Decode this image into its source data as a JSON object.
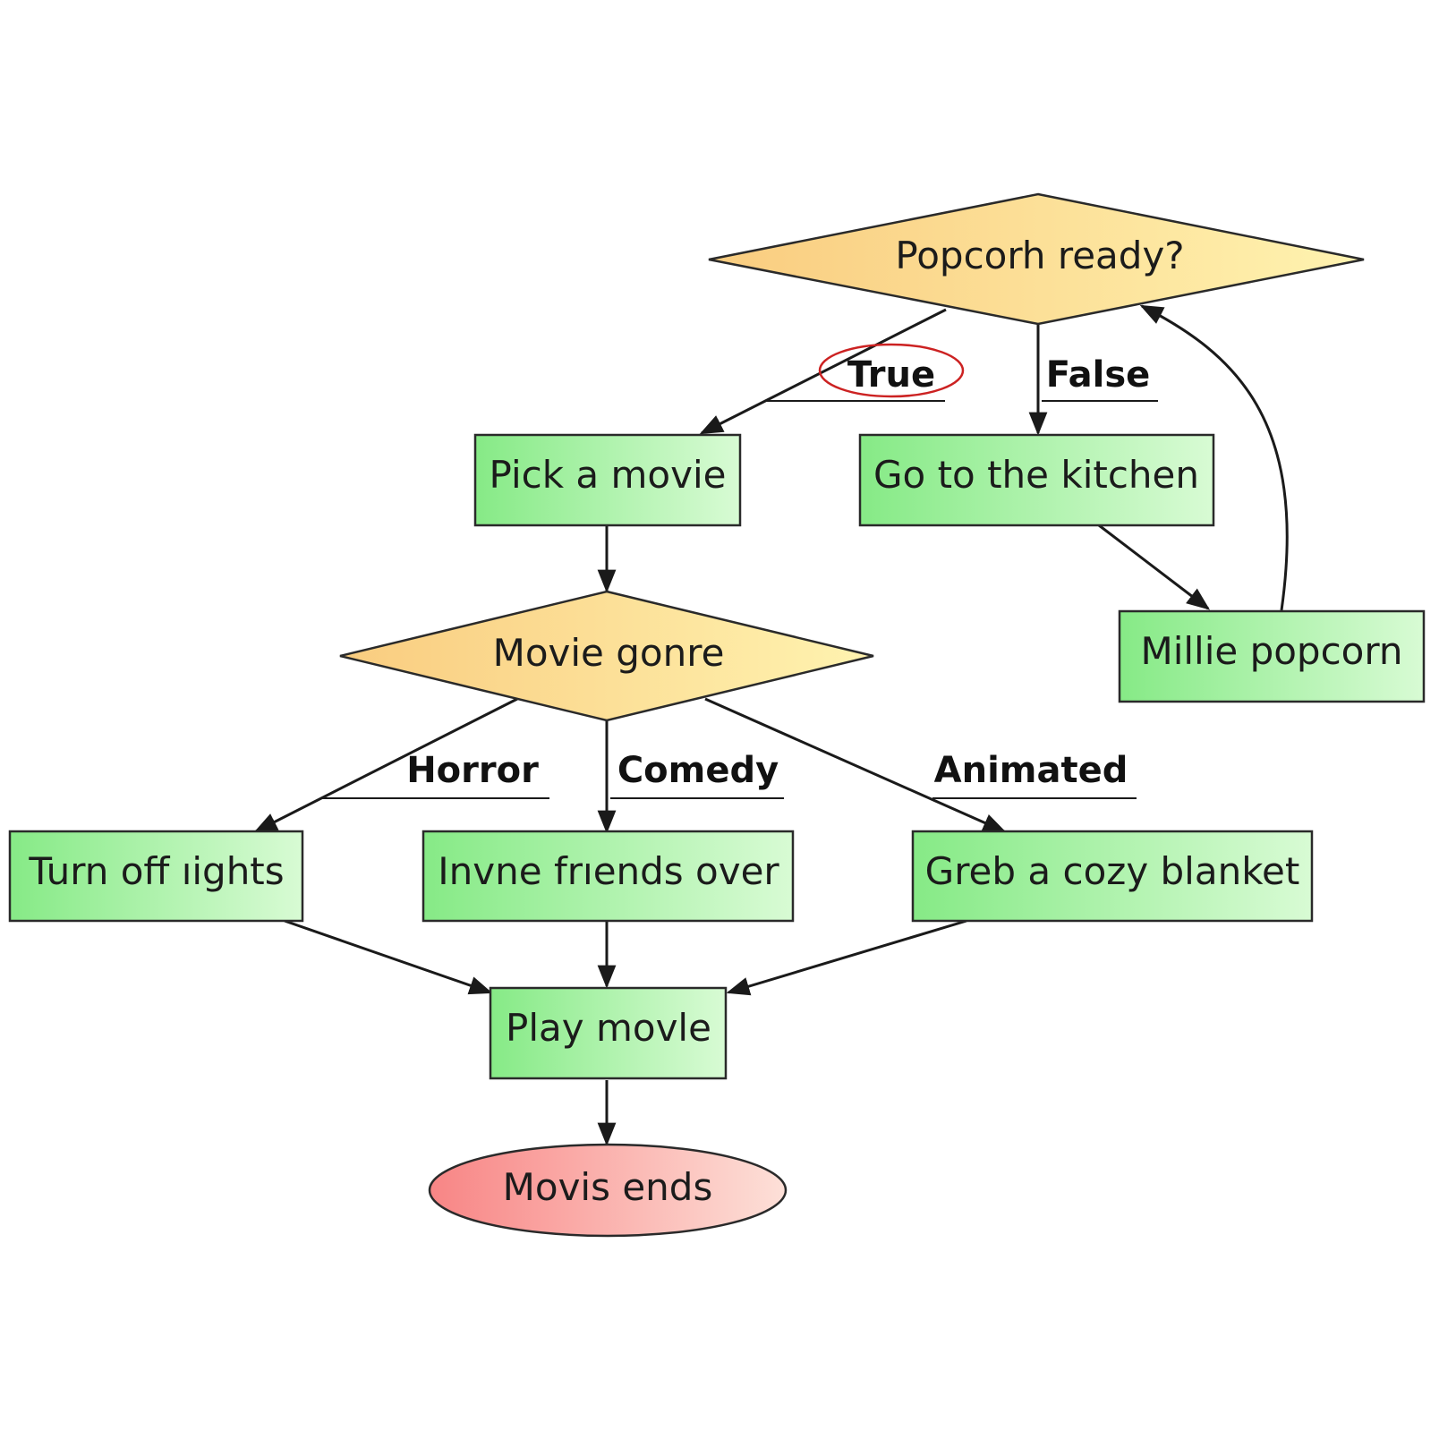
{
  "colors": {
    "process_fill_start": "#86ea86",
    "process_fill_end": "#d8fbd4",
    "decision_fill_start": "#f9cc7f",
    "decision_fill_end": "#fff3b0",
    "terminal_fill_start": "#f88585",
    "terminal_fill_end": "#fde0d8",
    "highlight_ring": "#cc2222",
    "line": "#1a1a1a"
  },
  "nodes": {
    "popcorn_ready": "Popcorh ready?",
    "pick_movie": "Pick a movie",
    "go_kitchen": "Go to the kitchen",
    "make_popcorn": "Millie popcorn",
    "movie_genre": "Movie gonre",
    "turn_off_lights": "Turn off ıights",
    "invite_friends": "Invne frıends over",
    "grab_blanket": "Greb a cozy blanket",
    "play_movie": "Play movle",
    "movie_ends": "Movis ends"
  },
  "edge_labels": {
    "true": "True",
    "false": "False",
    "horror": "Horror",
    "comedy": "Comedy",
    "animated": "Animated"
  }
}
